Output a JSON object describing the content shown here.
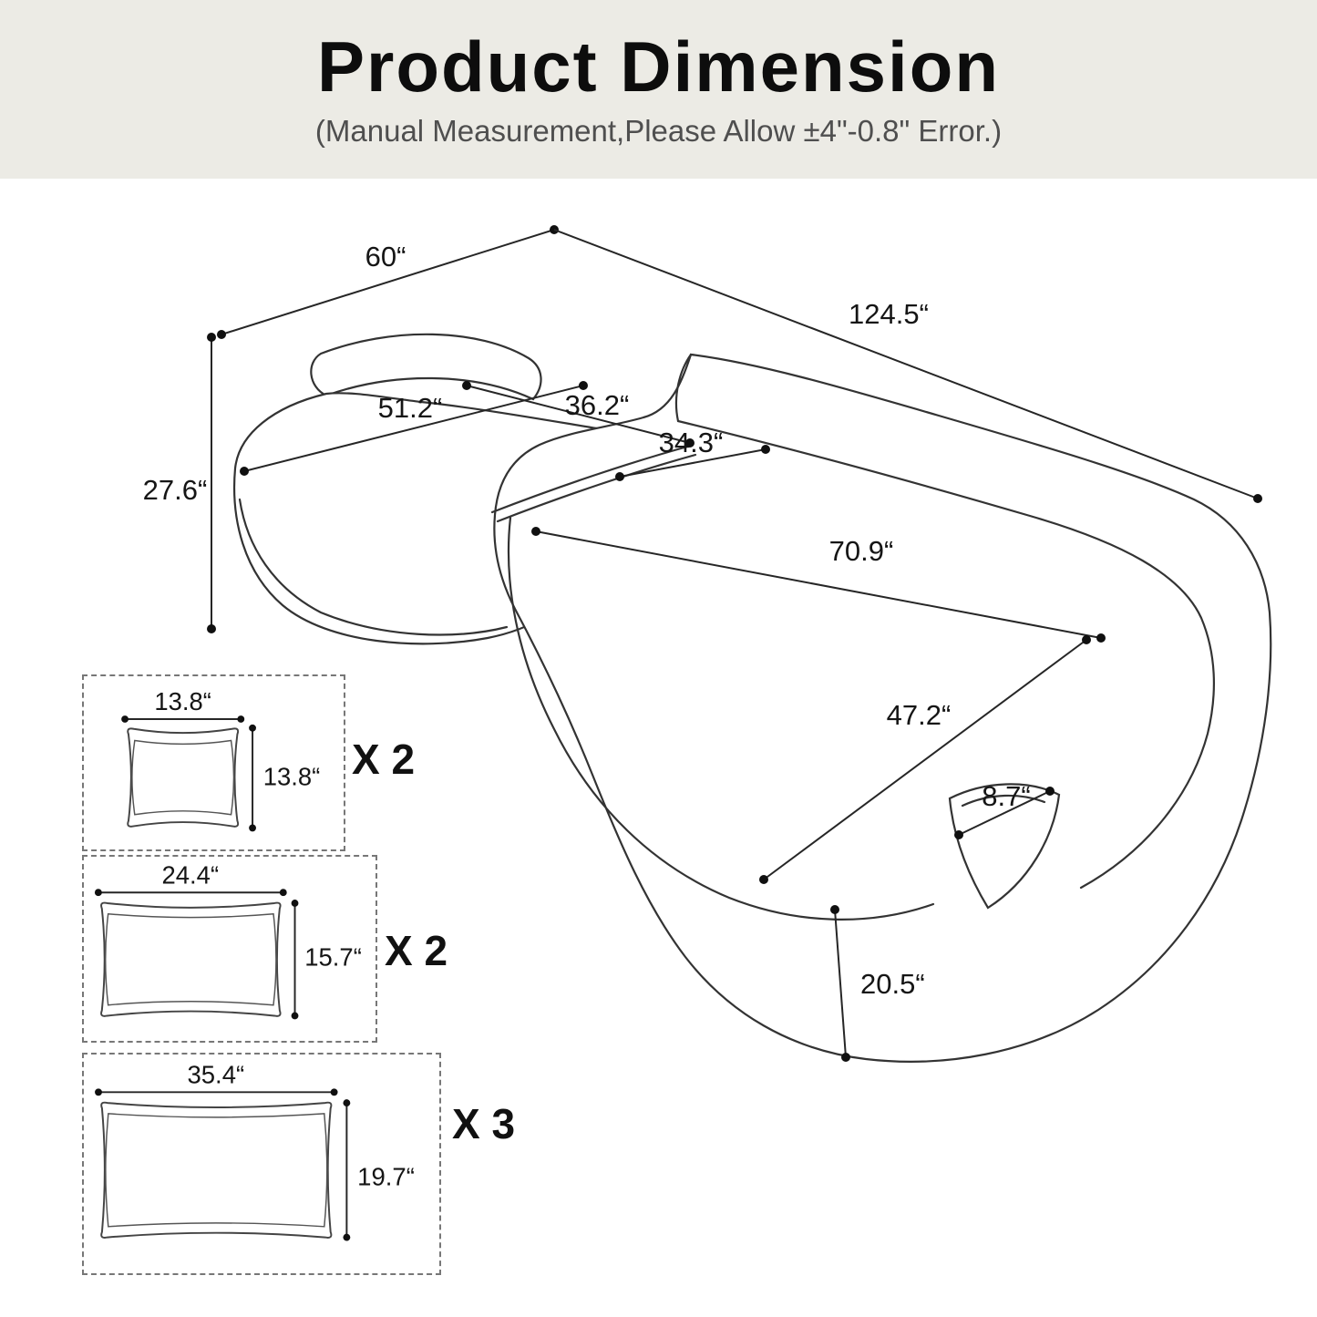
{
  "colors": {
    "header_background": "#ECEBE5",
    "page_background": "#ffffff",
    "line": "#262626",
    "text": "#151515",
    "subtitle_text": "#4f4f4f"
  },
  "header": {
    "title": "Product Dimension",
    "subtitle": "(Manual Measurement,Please Allow ±4\"-0.8\" Error.)"
  },
  "sofa": {
    "d60": "60“",
    "d124": "124.5“",
    "d51": "51.2“",
    "d36": "36.2“",
    "d34": "34.3“",
    "d27": "27.6“",
    "d70": "70.9“",
    "d47": "47.2“",
    "d8": "8.7“",
    "d20": "20.5“"
  },
  "pillows": [
    {
      "width": "13.8“",
      "height": "13.8“",
      "count": "X 2"
    },
    {
      "width": "24.4“",
      "height": "15.7“",
      "count": "X 2"
    },
    {
      "width": "35.4“",
      "height": "19.7“",
      "count": "X 3"
    }
  ]
}
